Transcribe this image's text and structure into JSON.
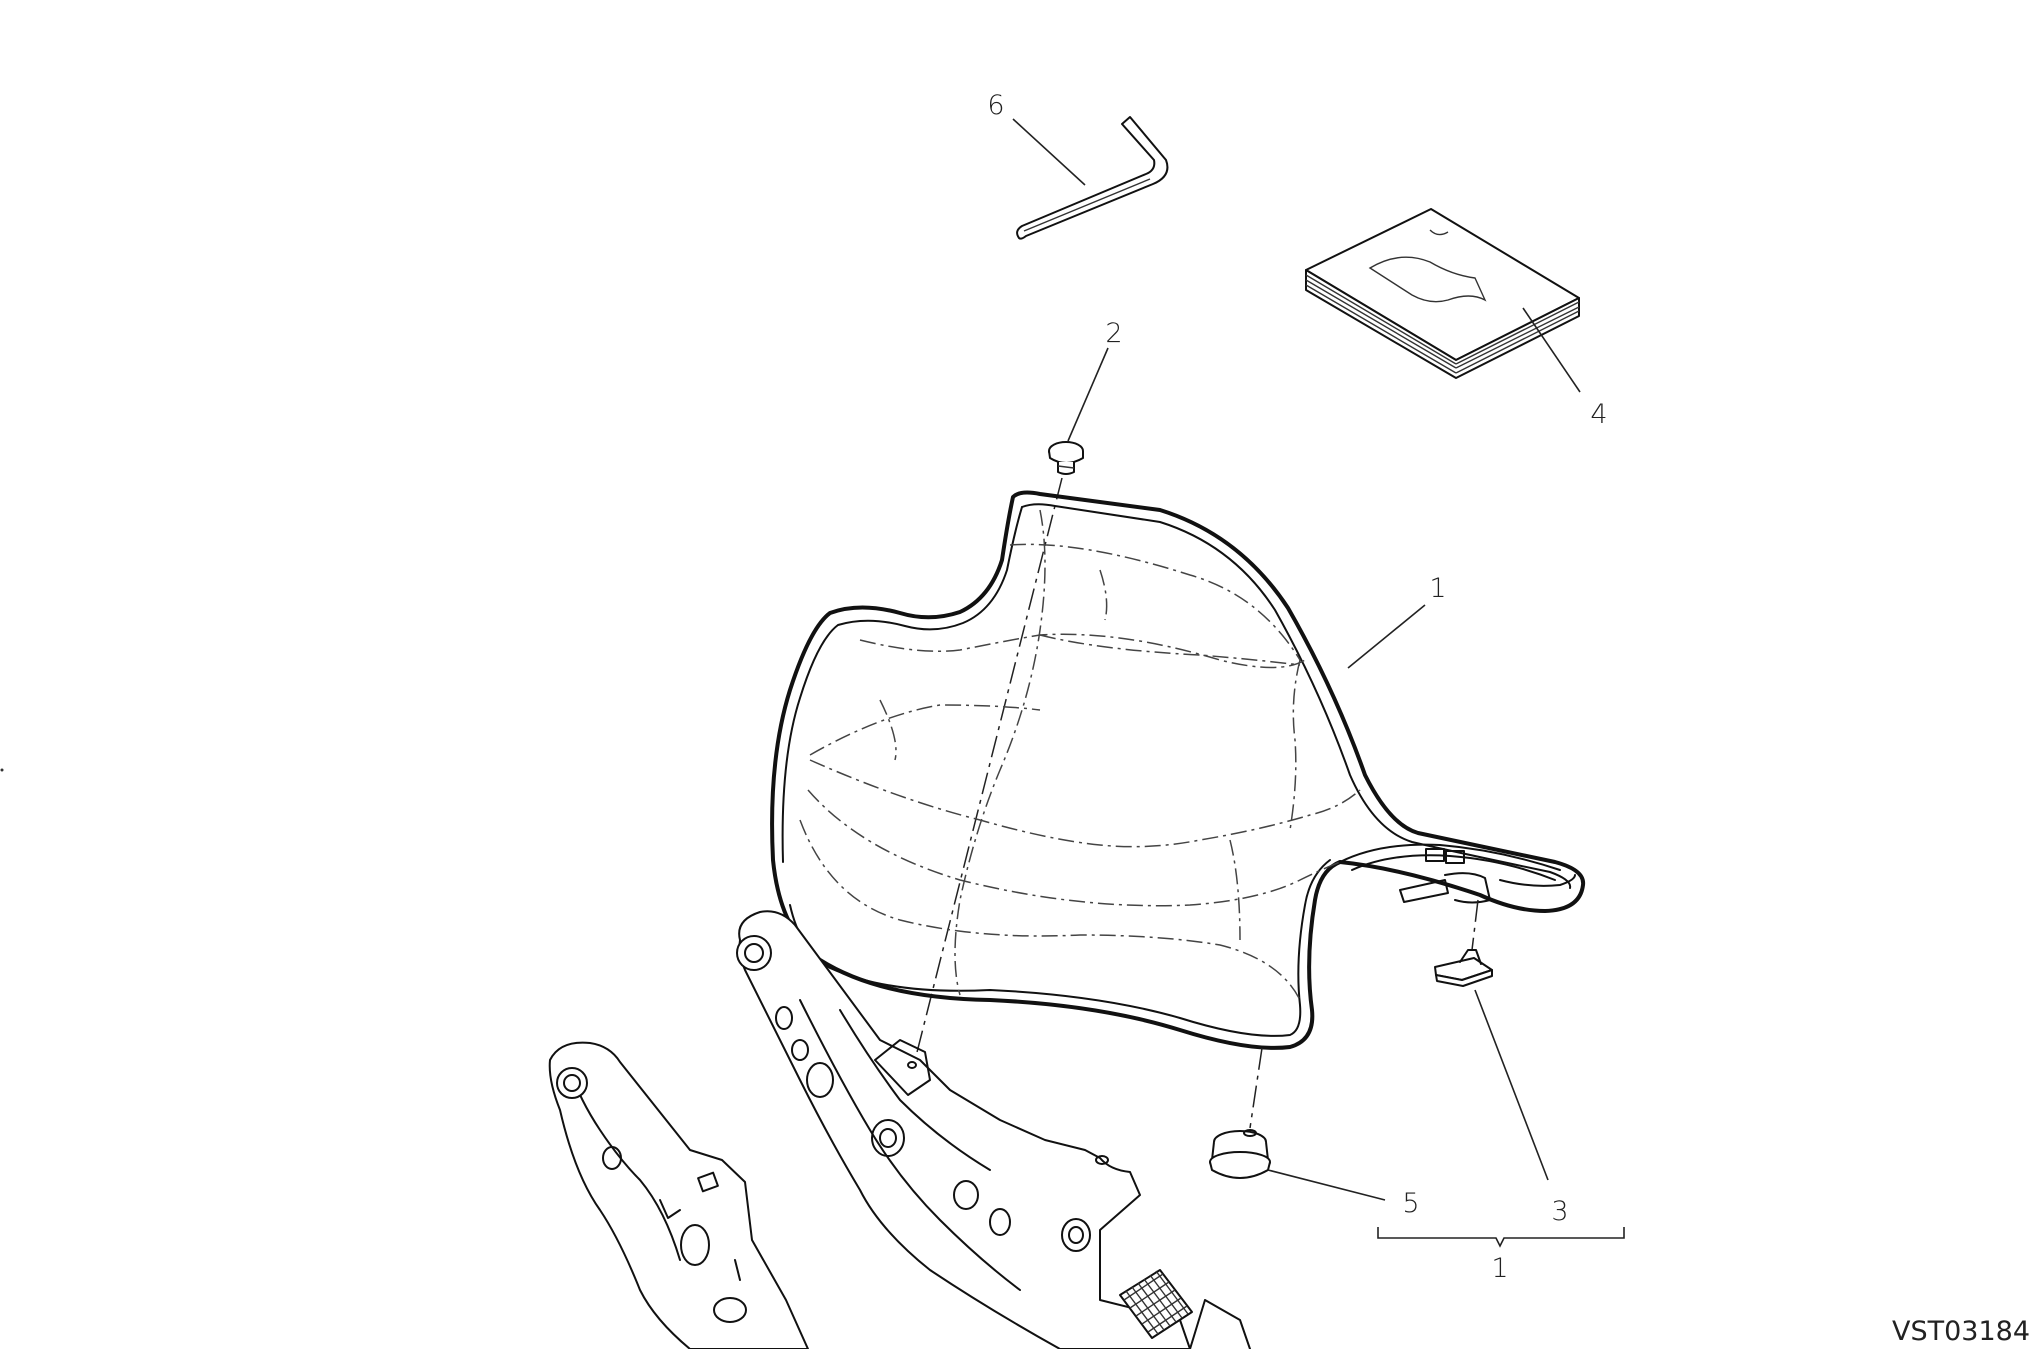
{
  "diagram": {
    "drawing_code": "VST03184",
    "callouts": {
      "seat": "1",
      "screw": "2",
      "clip": "3",
      "manual": "4",
      "rubber_pad": "5",
      "hex_key": "6",
      "kit_bracket": "1"
    }
  }
}
